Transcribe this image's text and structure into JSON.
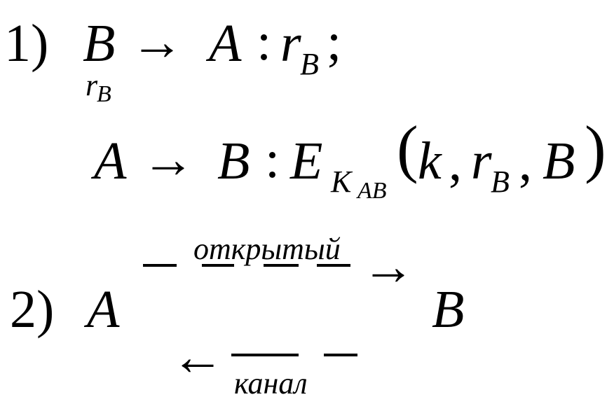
{
  "formula_1": {
    "number": "1)",
    "line1": {
      "from": "B",
      "arrow": "→",
      "under_arrow_r": "r",
      "under_arrow_sub": "B",
      "to": "A",
      "colon": ":",
      "r": "r",
      "r_sub": "B",
      "end": ";"
    },
    "line2": {
      "from": "A",
      "arrow": "→",
      "to": "B",
      "colon": ":",
      "E": "E",
      "E_sub": "K",
      "E_subsub": "AB",
      "open_paren": "(",
      "k": "k",
      "comma1": ",",
      "r": "r",
      "r_sub": "B",
      "comma2": ",",
      "B": "B",
      "close_paren": ")"
    }
  },
  "formula_2": {
    "number": "2)",
    "left": "A",
    "right": "B",
    "top_label": "открытый",
    "top_arrowhead": "→",
    "bottom_label": "канал",
    "bottom_arrowhead": "←"
  }
}
